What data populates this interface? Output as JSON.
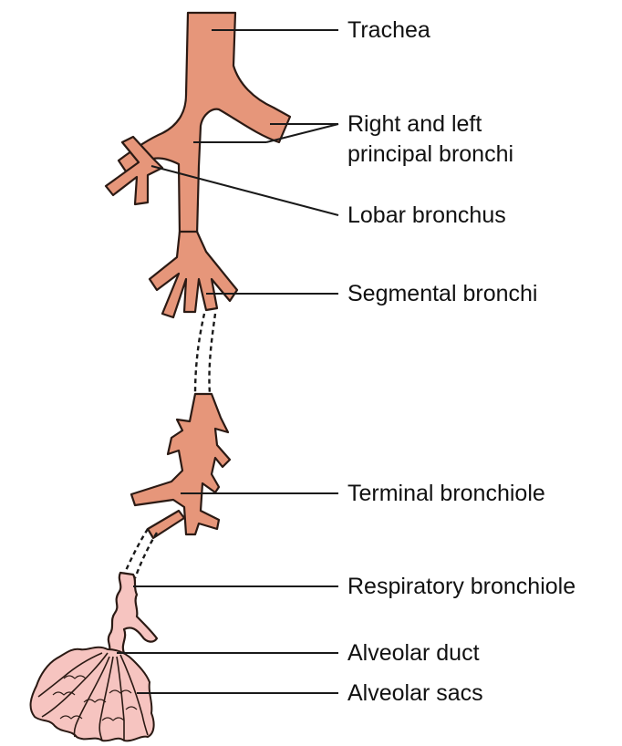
{
  "colors": {
    "airway_fill": "#e6967a",
    "airway_stroke": "#2b1a14",
    "alveoli_fill": "#f6c4c0",
    "leader_line": "#1a1a1a",
    "text": "#111111"
  },
  "labels": {
    "trachea": "Trachea",
    "principal_bronchi_line1": "Right and left",
    "principal_bronchi_line2": "principal bronchi",
    "lobar_bronchus": "Lobar bronchus",
    "segmental_bronchi": "Segmental bronchi",
    "terminal_bronchiole": "Terminal bronchiole",
    "respiratory_bronchiole": "Respiratory bronchiole",
    "alveolar_duct": "Alveolar duct",
    "alveolar_sacs": "Alveolar sacs"
  }
}
